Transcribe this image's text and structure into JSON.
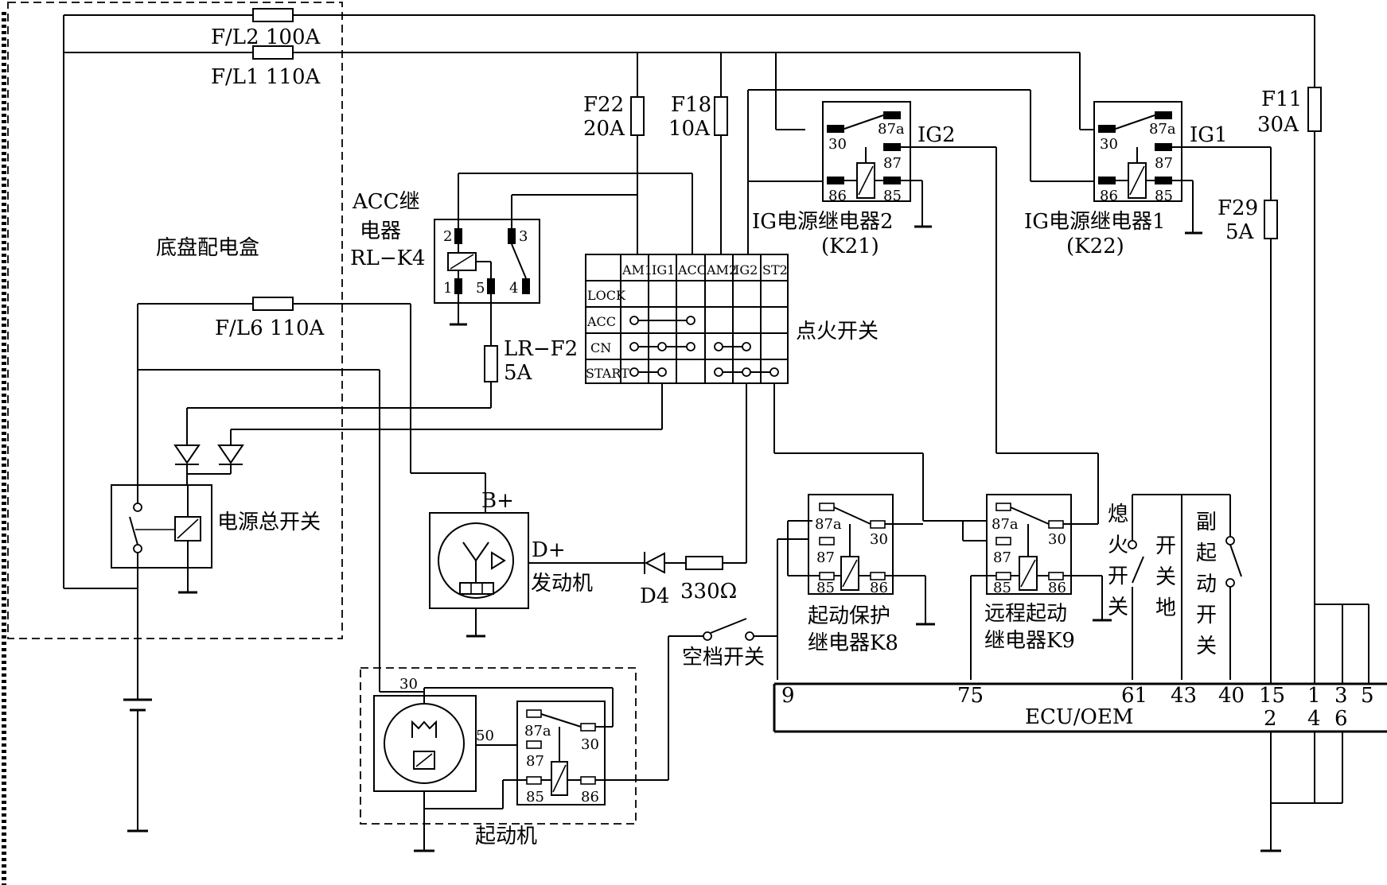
{
  "fuses": {
    "fl2": "F/L2  100A",
    "fl1": "F/L1  110A",
    "fl6": "F/L6 110A",
    "f22_name": "F22",
    "f22_rating": "20A",
    "f18_name": "F18",
    "f18_rating": "10A",
    "f11_name": "F11",
    "f11_rating": "30A",
    "f29_name": "F29",
    "f29_rating": "5A",
    "lrf2_name": "LR−F2",
    "lrf2_rating": "5A"
  },
  "labels": {
    "chassis_box": "底盘配电盒",
    "acc_relay_1": "ACC继",
    "acc_relay_2": "电器",
    "acc_relay_3": "RL−K4",
    "ig_relay2": "IG电源继电器2",
    "ig_relay2_code": "(K21)",
    "ig_relay1": "IG电源继电器1",
    "ig_relay1_code": "(K22)",
    "ig2": "IG2",
    "ig1": "IG1",
    "ignition_switch": "点火开关",
    "main_switch": "电源总开关",
    "engine": "发动机",
    "b_plus": "B+",
    "d_plus": "D+",
    "d4": "D4",
    "resistor": "330Ω",
    "neutral_switch": "空档开关",
    "start_protect_1": "起动保护",
    "start_protect_2": "继电器K8",
    "remote_start_1": "远程起动",
    "remote_start_2": "继电器K9",
    "starter": "起动机",
    "flameout_1": "熄",
    "flameout_2": "火",
    "flameout_3": "开",
    "flameout_4": "关",
    "sw_ground_1": "开",
    "sw_ground_2": "关",
    "sw_ground_3": "地",
    "aux_start_1": "副",
    "aux_start_2": "起",
    "aux_start_3": "动",
    "aux_start_4": "开",
    "aux_start_5": "关",
    "ecu": "ECU/OEM"
  },
  "ignition_table": {
    "columns": [
      "AM1",
      "IG1",
      "ACC",
      "AM2",
      "IG2",
      "ST2"
    ],
    "rows": [
      "LOCK",
      "ACC",
      "CN",
      "START"
    ]
  },
  "relay_pins": {
    "p30": "30",
    "p87a": "87a",
    "p87": "87",
    "p86": "86",
    "p85": "85"
  },
  "acc_pins": {
    "p2": "2",
    "p3": "3",
    "p1": "1",
    "p5": "5",
    "p4": "4"
  },
  "starter_pins": {
    "p30": "30",
    "p50": "50"
  },
  "ecu_pins": {
    "p9": "9",
    "p75": "75",
    "p61": "61",
    "p43": "43",
    "p40": "40",
    "p15": "15",
    "p1": "1",
    "p3": "3",
    "p5": "5",
    "p2": "2",
    "p4": "4",
    "p6": "6"
  }
}
